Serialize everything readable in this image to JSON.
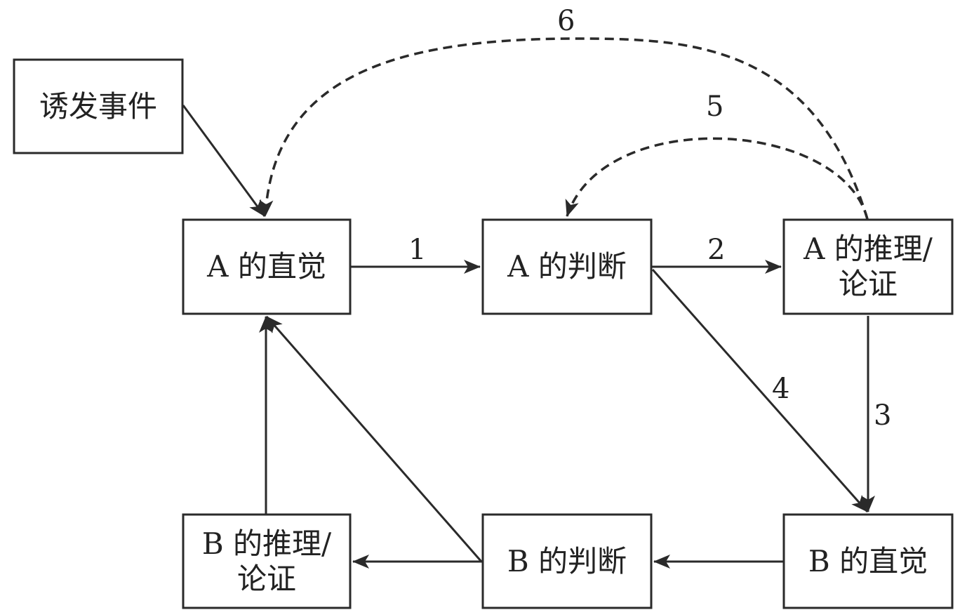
{
  "nodes": {
    "trigger": "诱发事件",
    "a_intuition": "A 的直觉",
    "a_judgment": "A 的判断",
    "a_reasoning_line1": "A 的推理/",
    "a_reasoning_line2": "论证",
    "b_reasoning_line1": "B 的推理/",
    "b_reasoning_line2": "论证",
    "b_judgment": "B 的判断",
    "b_intuition": "B 的直觉"
  },
  "edges": [
    {
      "label": "1",
      "from": "A 的直觉",
      "to": "A 的判断",
      "style": "solid"
    },
    {
      "label": "2",
      "from": "A 的判断",
      "to": "A 的推理/论证",
      "style": "solid"
    },
    {
      "label": "3",
      "from": "A 的推理/论证",
      "to": "B 的直觉",
      "style": "solid"
    },
    {
      "label": "4",
      "from": "A 的判断",
      "to": "B 的直觉",
      "style": "solid"
    },
    {
      "label": "5",
      "from": "A 的推理/论证",
      "to": "A 的判断",
      "style": "dashed"
    },
    {
      "label": "6",
      "from": "A 的推理/论证",
      "to": "A 的直觉",
      "style": "dashed"
    },
    {
      "label": "",
      "from": "诱发事件",
      "to": "A 的直觉",
      "style": "solid"
    },
    {
      "label": "",
      "from": "B 的直觉",
      "to": "B 的判断",
      "style": "solid"
    },
    {
      "label": "",
      "from": "B 的判断",
      "to": "B 的推理/论证",
      "style": "solid"
    },
    {
      "label": "",
      "from": "B 的判断",
      "to": "A 的直觉",
      "style": "solid"
    },
    {
      "label": "",
      "from": "B 的推理/论证",
      "to": "A 的直觉",
      "style": "solid"
    }
  ]
}
